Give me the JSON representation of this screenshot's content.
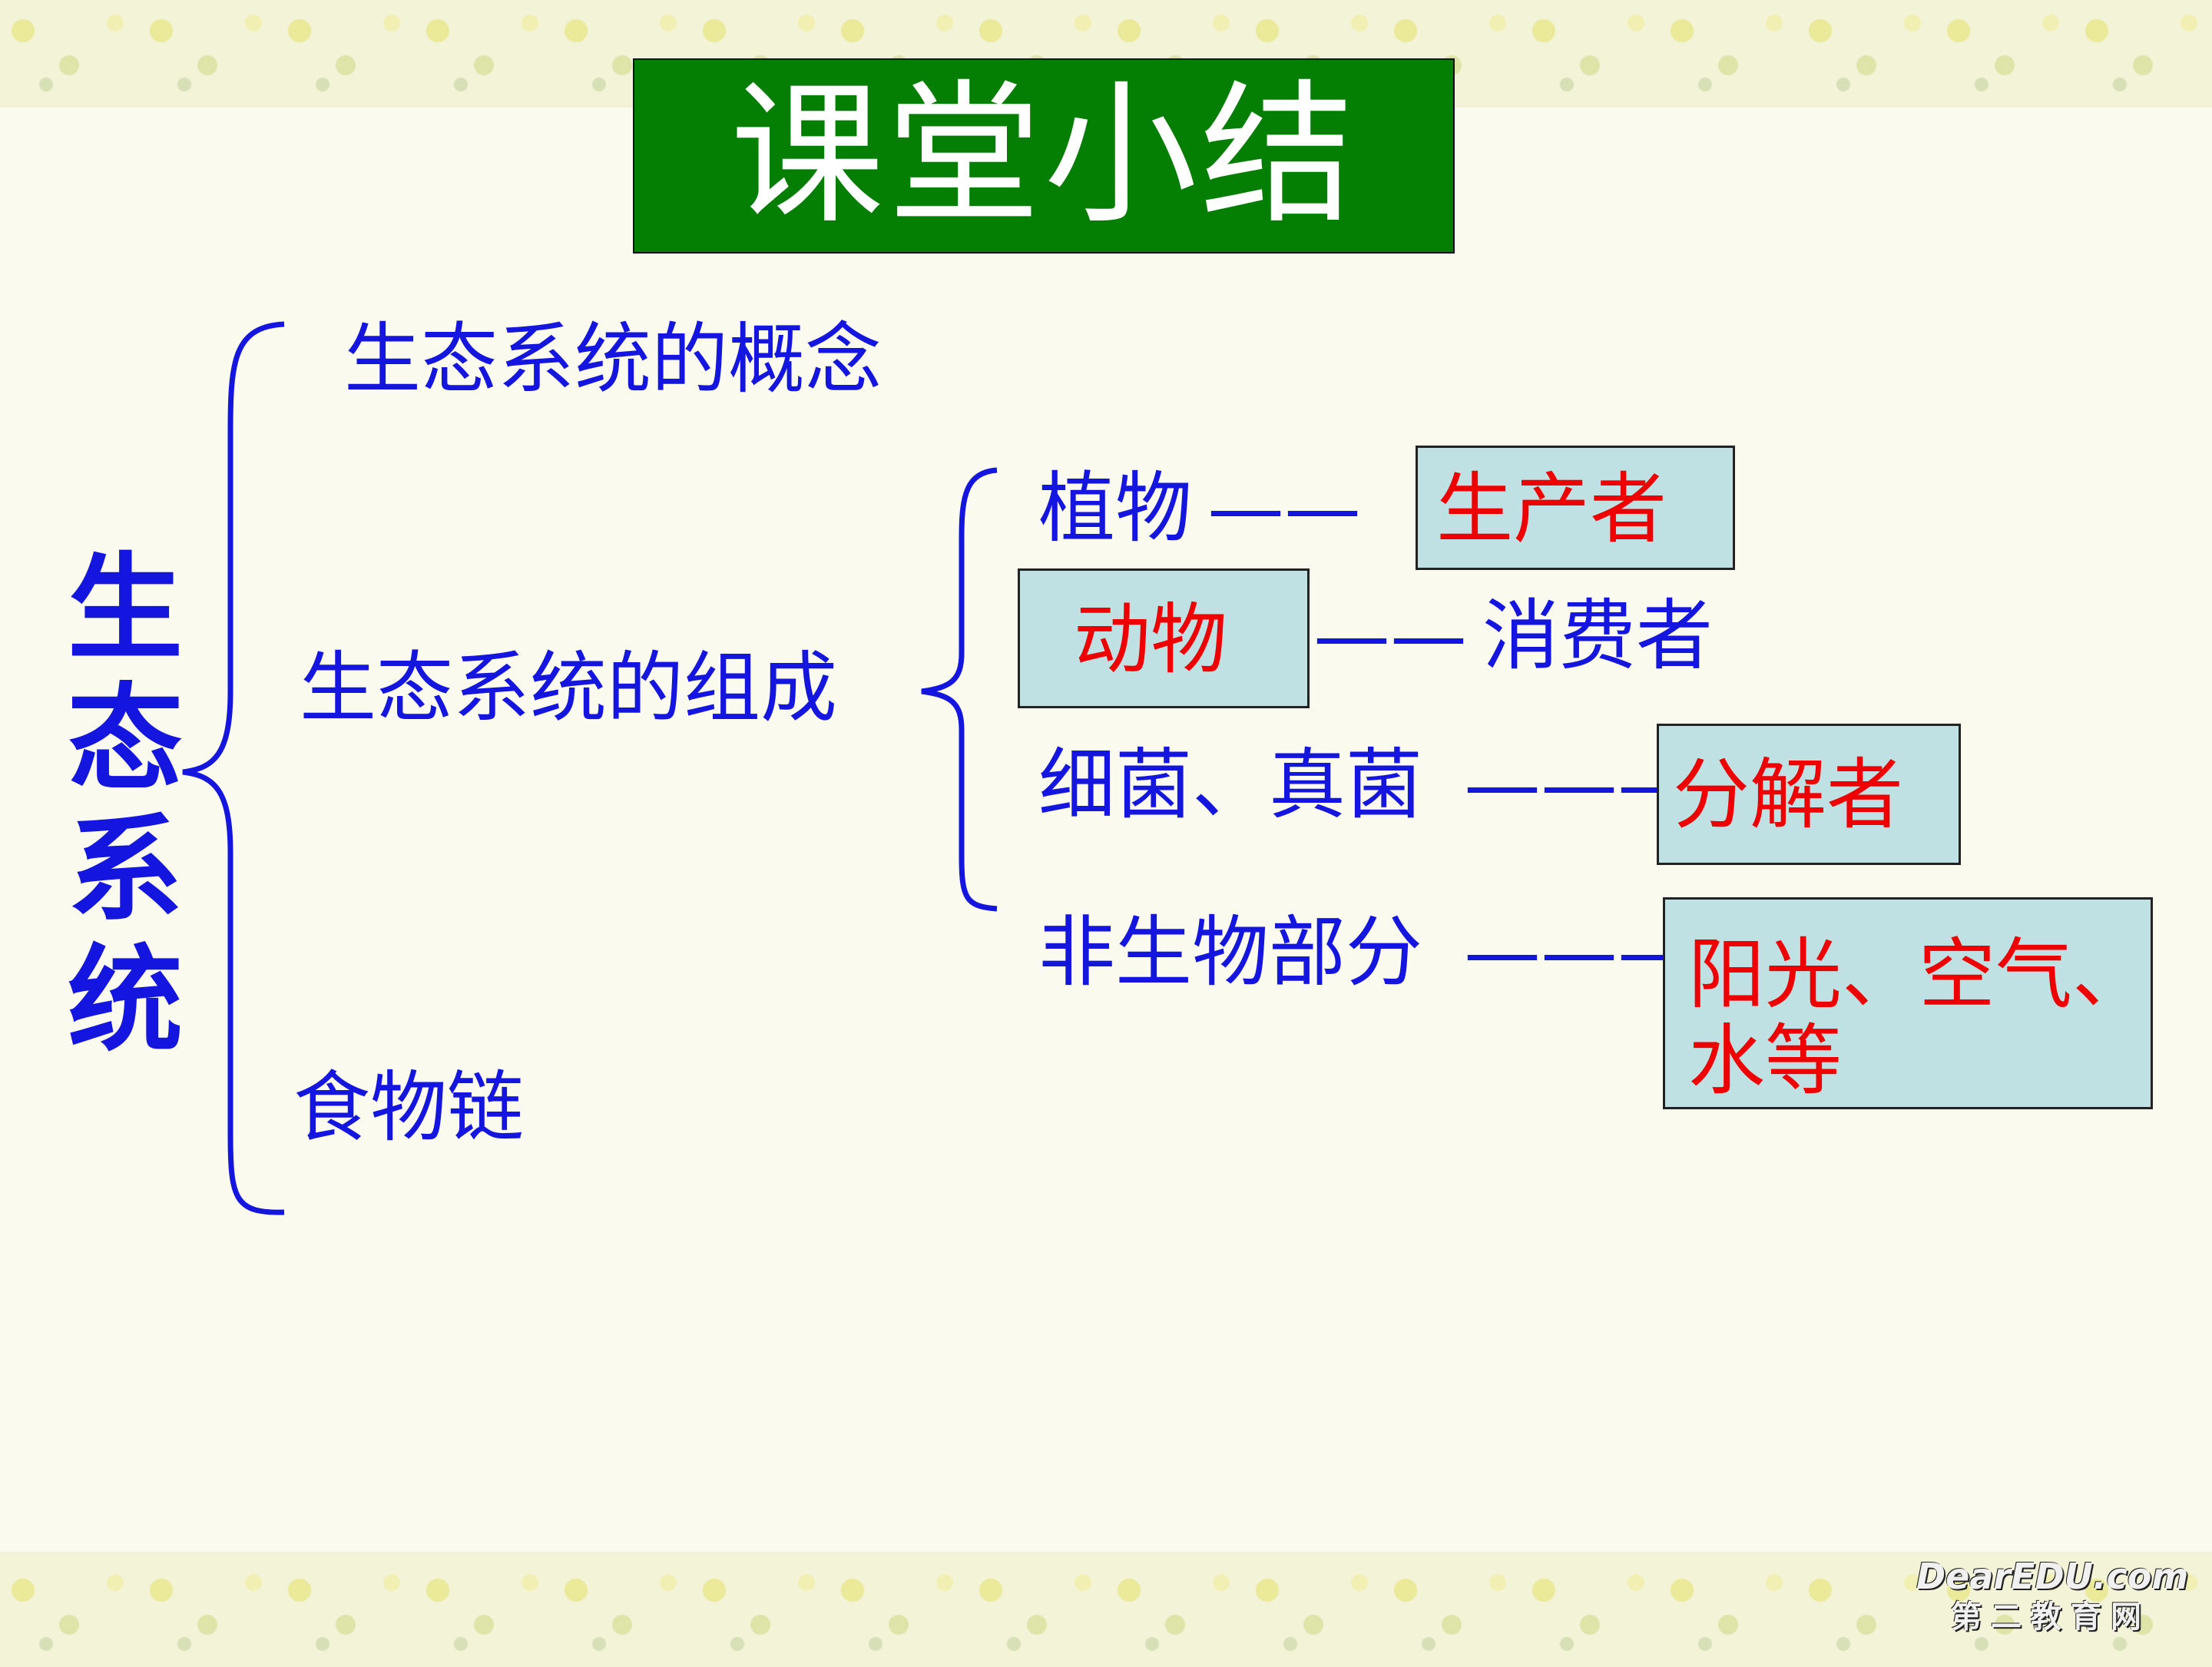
{
  "slide": {
    "title": "课堂小结",
    "root": "生态系统",
    "branches": {
      "concept": "生态系统的概念",
      "composition": "生态系统的组成",
      "food_chain": "食物链"
    },
    "components": {
      "plants": "植物",
      "producer": "生产者",
      "animals": "动物",
      "consumer": "消费者",
      "microbes": "细菌、真菌",
      "decomposer": "分解者",
      "abiotic": "非生物部分",
      "abiotic_examples_line1": "阳光、空气、",
      "abiotic_examples_line2": "水等"
    },
    "connector": "——",
    "connector_long": "———"
  },
  "logo": {
    "line1": "DearEDU.com",
    "line2": "第二教育网"
  },
  "colors": {
    "title_bg": "#047f04",
    "blue_text": "#1515e0",
    "red_text": "#ee0000",
    "box_fill": "#bfe1e4",
    "background": "#fafaee"
  }
}
